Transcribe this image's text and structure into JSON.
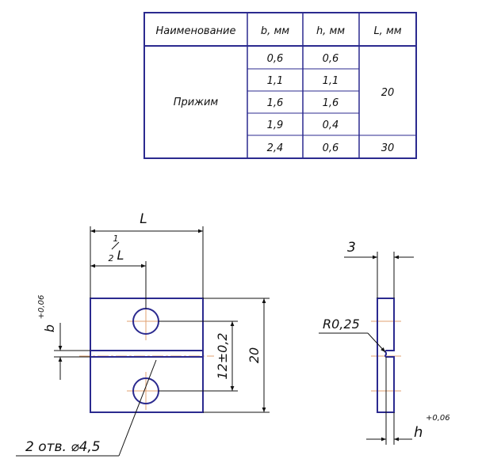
{
  "table": {
    "headers": [
      "Наименование",
      "b, мм",
      "h, мм",
      "L, мм"
    ],
    "name": "Прижим",
    "rows": [
      {
        "b": "0,6",
        "h": "0,6"
      },
      {
        "b": "1,1",
        "h": "1,1"
      },
      {
        "b": "1,6",
        "h": "1,6"
      },
      {
        "b": "1,9",
        "h": "0,4"
      },
      {
        "b": "2,4",
        "h": "0,6"
      }
    ],
    "L_values": [
      "20",
      "30"
    ]
  },
  "front_view": {
    "dim_L": "L",
    "dim_half_num": "1",
    "dim_half_den": "2",
    "dim_half_L": "L",
    "dim_b": "b",
    "dim_b_tol": "+0,06",
    "dim_hole_spacing": "12±0,2",
    "dim_height": "20",
    "holes_note": "2 отв. ⌀4,5"
  },
  "side_view": {
    "dim_thickness": "3",
    "radius_note": "R0,25",
    "dim_h": "h",
    "dim_h_tol": "+0,06"
  },
  "colors": {
    "outline": "#2b2a8f",
    "axis": "#e0a070",
    "dim_line": "#111111"
  }
}
